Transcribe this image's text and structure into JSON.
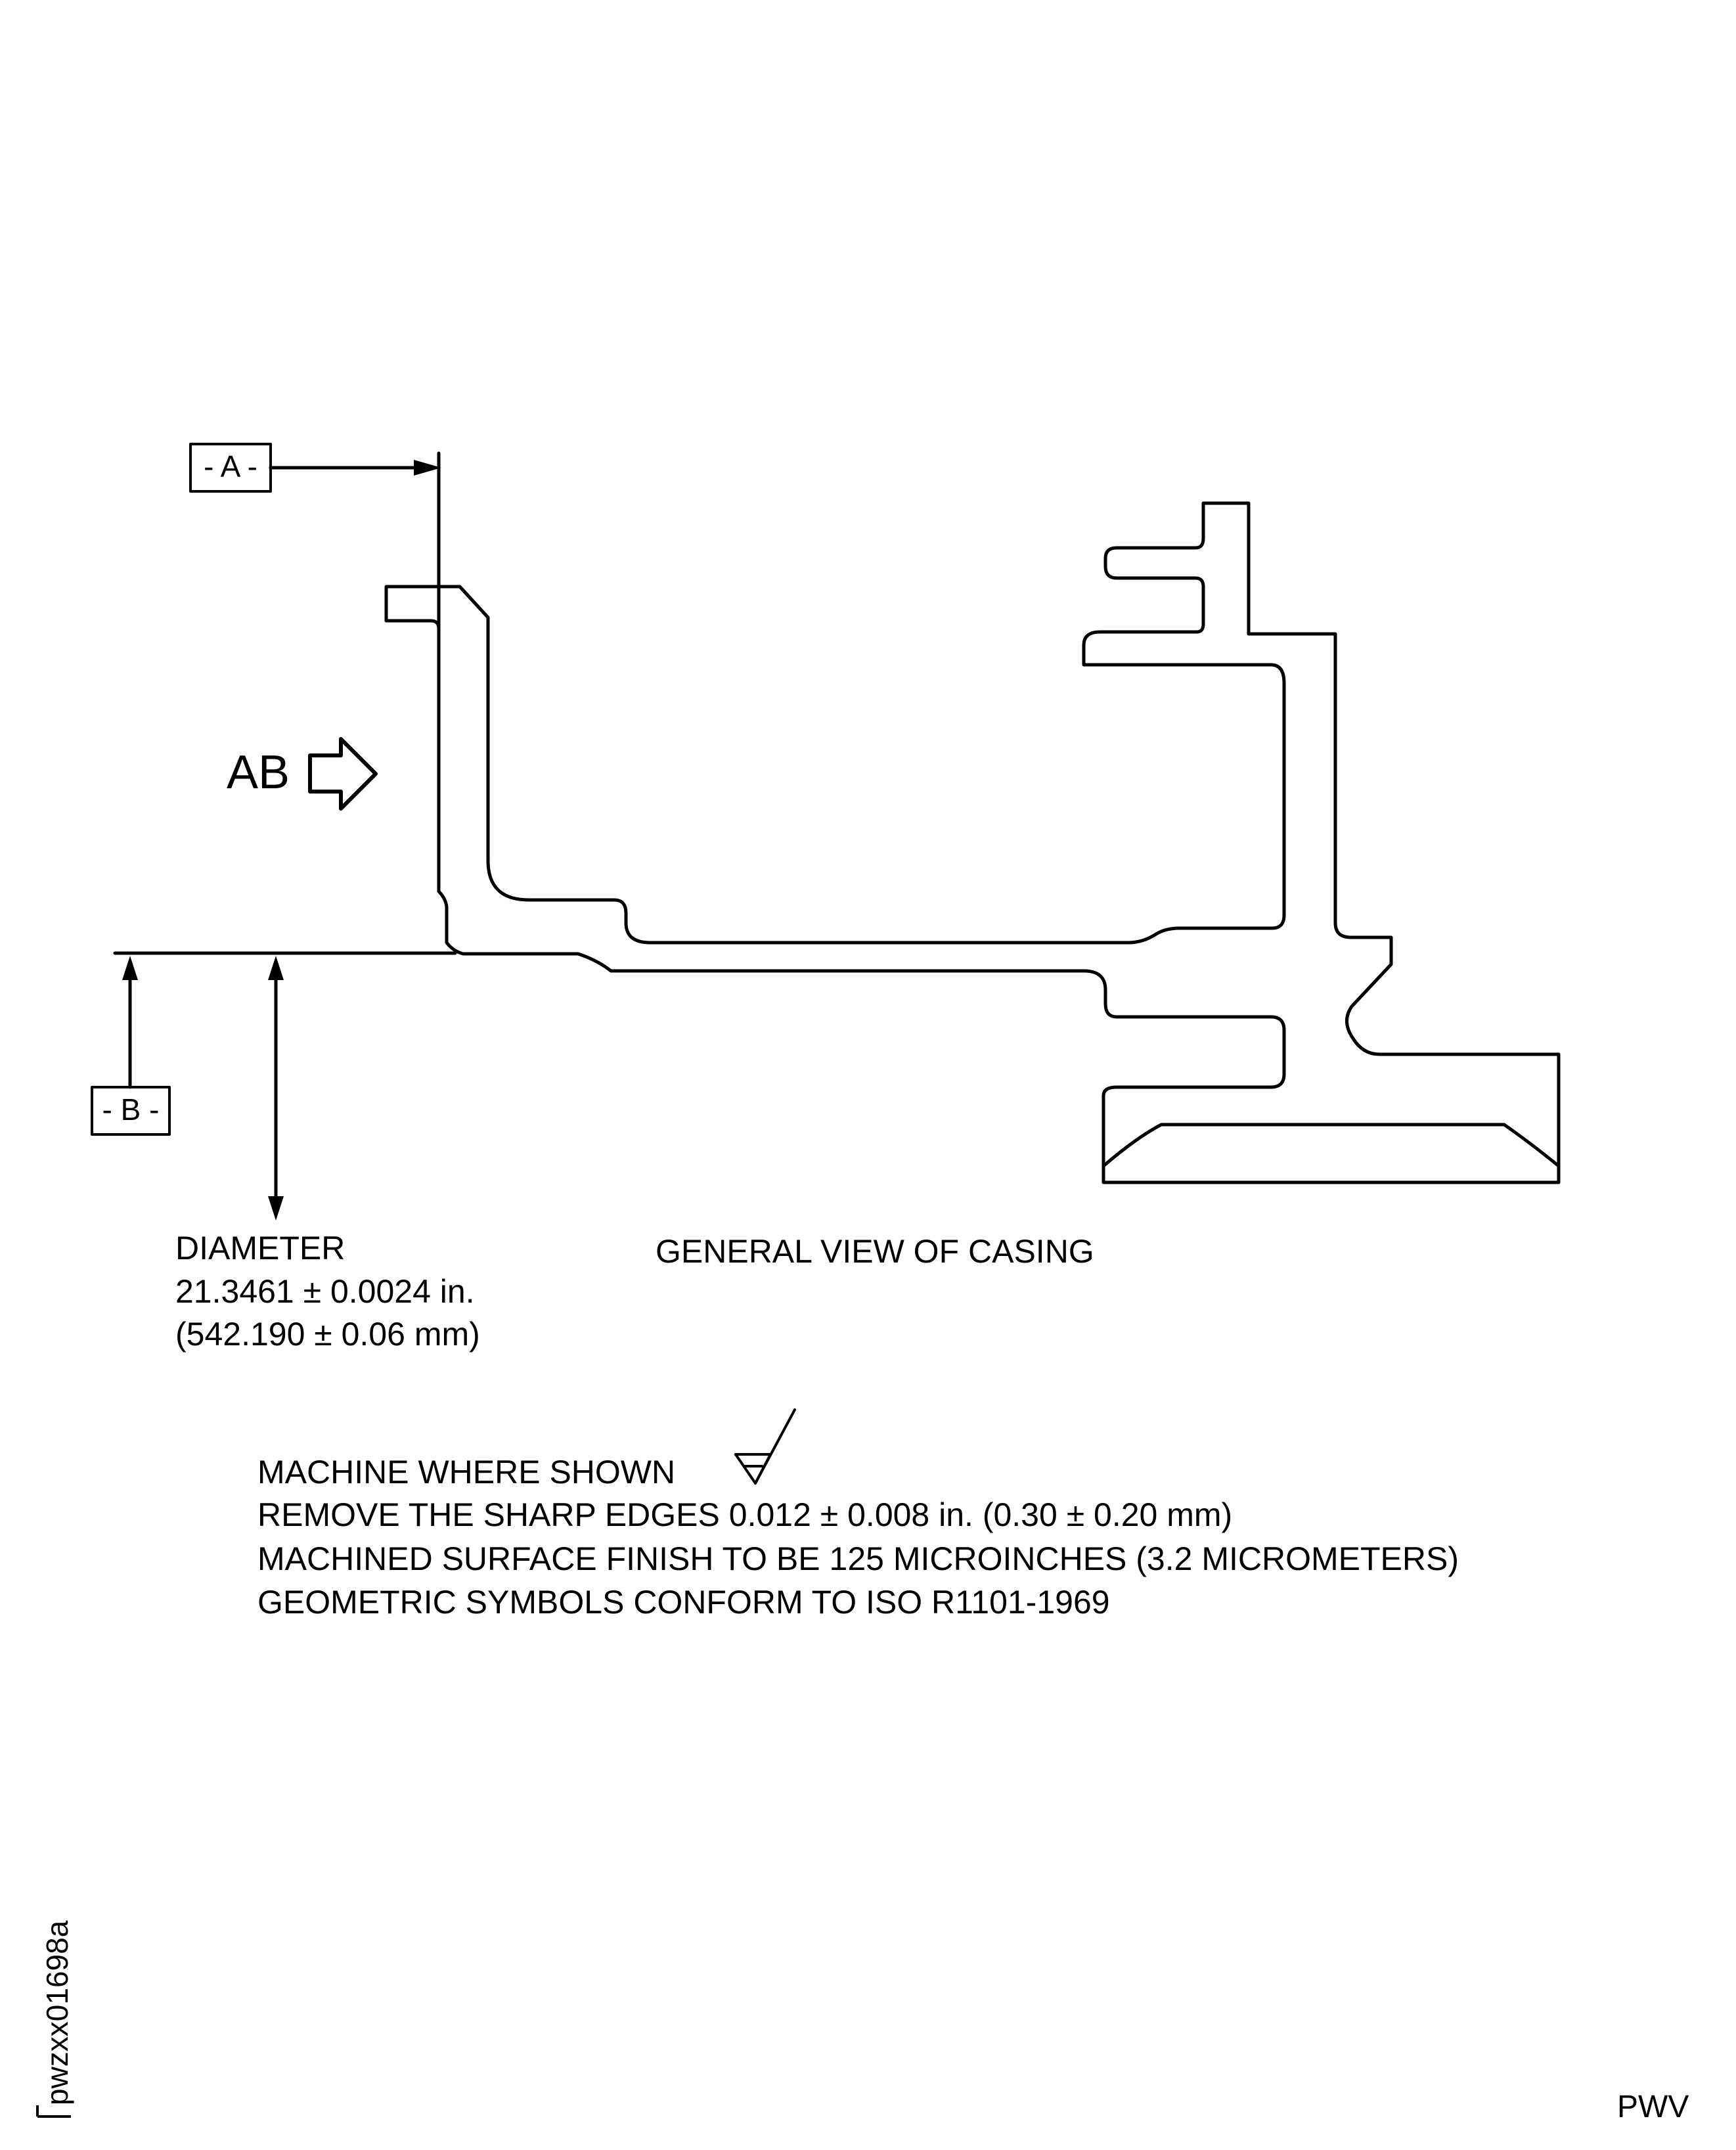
{
  "datums": {
    "a_label": "- A -",
    "b_label": "- B -"
  },
  "view_marker": {
    "label": "AB"
  },
  "dimension": {
    "label": "DIAMETER",
    "value_in": "21.3461 ± 0.0024 in.",
    "value_mm": "(542.190 ± 0.06 mm)"
  },
  "view_title": "GENERAL VIEW OF CASING",
  "notes": [
    "MACHINE WHERE SHOWN",
    "REMOVE THE SHARP EDGES 0.012 ± 0.008 in. (0.30 ± 0.20 mm)",
    "MACHINED SURFACE FINISH TO BE 125 MICROINCHES (3.2 MICROMETERS)",
    "GEOMETRIC SYMBOLS CONFORM TO ISO R1101-1969"
  ],
  "figure_id": "pwzxx01698a",
  "footer_code": "PWV",
  "icons": {
    "machining_symbol": "machined-surface-symbol",
    "view_arrow": "hollow-arrow-right"
  },
  "colors": {
    "line": "#000000",
    "background": "#ffffff"
  }
}
